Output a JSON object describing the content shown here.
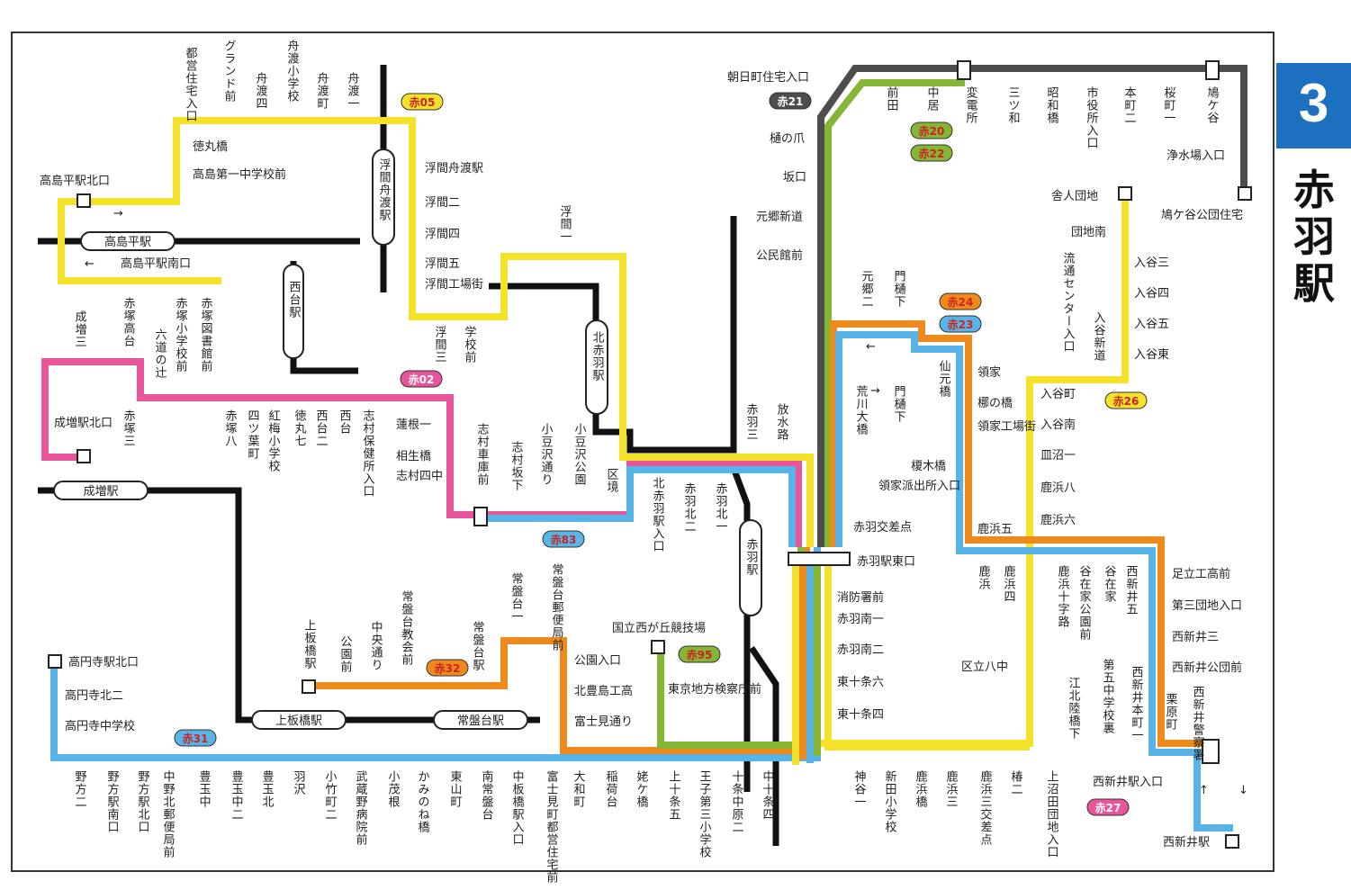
{
  "map_number": "3",
  "map_title": "赤羽駅",
  "badges": {
    "aka05": "赤05",
    "aka21": "赤21",
    "aka20": "赤20",
    "aka22": "赤22",
    "aka24": "赤24",
    "aka23": "赤23",
    "aka02": "赤02",
    "aka26": "赤26",
    "aka83": "赤83",
    "aka32": "赤32",
    "aka95": "赤95",
    "aka31": "赤31",
    "aka27": "赤27"
  },
  "colors": {
    "yellow": "#f3e12a",
    "pink": "#e8559a",
    "blue": "#58b4e6",
    "orange": "#ee8a1c",
    "green": "#86b636",
    "dark": "#4d4d4d",
    "tab_blue": "#1d6fc0"
  },
  "stations": {
    "takashimadaira": "高島平駅",
    "nishidai": "西台駅",
    "ukimafunado": "浮間舟渡駅",
    "kitaakabane": "北赤羽駅",
    "akabane": "赤羽駅",
    "narimasu": "成増駅",
    "kamiitabashi": "上板橋駅",
    "tokiwadai": "常盤台駅"
  },
  "stops": {
    "miyajutaku": "都営住宅入口",
    "grand": "グランド前",
    "funado4": "舟渡四",
    "funadoshogakko": "舟渡小学校",
    "funadomachi": "舟渡町",
    "funado1": "舟渡一",
    "tokumarubashi": "徳丸橋",
    "takashima1chu": "高島第一中学校前",
    "takashimakitaguchi": "高島平駅北口",
    "takashimaminamiguchi": "高島平駅南口",
    "ukimafunadoeki": "浮間舟渡駅",
    "ukima2": "浮間二",
    "ukima4": "浮間四",
    "ukima5": "浮間五",
    "ukimakojo": "浮間工場街",
    "ukima3": "浮間三",
    "gakkomae": "学校前",
    "ukima1": "浮間一",
    "narimasu3": "成増三",
    "akatsukatakadai": "赤塚高台",
    "rokudo": "六道の辻",
    "akatsukashogakko": "赤塚小学校前",
    "akatsukatoshokan": "赤塚図書館前",
    "narimasukitaguchi": "成増駅北口",
    "akatsuka3": "赤塚三",
    "akatsuka8": "赤塚八",
    "yotsuba": "四ツ葉町",
    "kobai": "紅梅小学校",
    "tokumaru7": "徳丸七",
    "nishidai2": "西台二",
    "nishidaist": "西台",
    "shimurahoken": "志村保健所入口",
    "hasune1": "蓮根一",
    "aioibashi": "相生橋",
    "shimura4": "志村四中",
    "shimurashako": "志村車庫前",
    "shimurasaka": "志村坂下",
    "azusawa": "小豆沢通り",
    "azusawakoen": "小豆沢公園",
    "kyokai": "区境",
    "kitaakabaneiriguchi": "北赤羽駅入口",
    "akabanekita2": "赤羽北二",
    "akabanekita1": "赤羽北一",
    "akabane3": "赤羽三",
    "hosuiro": "放水路",
    "asahicho": "朝日町住宅入口",
    "hinotsume": "樋の爪",
    "sakaguchi": "坂口",
    "motogoshindo": "元郷新道",
    "kominkan": "公民館前",
    "mae": "前田",
    "nakai": "中居",
    "hendensho": "変電所",
    "mitsuwa": "三ツ和",
    "showabashi": "昭和橋",
    "shiyakusho": "市役所入口",
    "honcho2": "本町二",
    "sakuramachi1": "桜町一",
    "hatogaya": "鳩ケ谷",
    "josuijo": "浄水場入口",
    "hatogayakoen": "鳩ケ谷公団住宅",
    "toneridanchi": "舎人団地",
    "danchiminami": "団地南",
    "ryutsu": "流通センター入口",
    "iriyashindo": "入谷新道",
    "iriya3": "入谷三",
    "iriya4": "入谷四",
    "iriya5": "入谷五",
    "iriyahigashi": "入谷東",
    "iriyacho": "入谷町",
    "iriyaminami": "入谷南",
    "sarunuma1": "皿沼一",
    "shikahama8": "鹿浜八",
    "shikahama6": "鹿浜六",
    "motogo2": "元郷二",
    "monhikeshita": "門樋下",
    "monhikeshita2": "門樋下",
    "senmoto": "仙元橋",
    "arakawaohashi": "荒川大橋",
    "ryoke": "領家",
    "yanaginohashi": "梛の橋",
    "ryokekojo": "領家工場街",
    "enokibashi": "榎木橋",
    "ryokehashutsu": "領家派出所入口",
    "shikahama5": "鹿浜五",
    "akabanekosaten": "赤羽交差点",
    "akabanehigashiguchi": "赤羽駅東口",
    "shoboshomae": "消防署前",
    "akabanemin1": "赤羽南一",
    "akabanemin2": "赤羽南二",
    "higashijujo6": "東十条六",
    "higashijujo4": "東十条四",
    "shikahama": "鹿浜",
    "shikahama4": "鹿浜四",
    "shikahamajuji": "鹿浜十字路",
    "yazaike": "谷在家公園前",
    "yazaike2": "谷在家",
    "nishiarai5": "西新井五",
    "adachikoko": "足立工高前",
    "daisandanchi": "第三団地入口",
    "nishiarai3": "西新井三",
    "nishiaraikodan": "西新井公団前",
    "kuritsu8chu": "区立八中",
    "konan": "江北陸橋下",
    "daigochu": "第五中学校裏",
    "nishiaraihoncho1": "西新井本町一",
    "kuriharacho": "栗原町",
    "nishiaraikeisatsu": "西新井警察署",
    "nishiaraiiriguchi": "西新井駅入口",
    "nishiaraieki": "西新井駅",
    "kamiya1": "神谷一",
    "shintashogakko": "新田小学校",
    "shikahamabashi": "鹿浜橋",
    "shikahama3": "鹿浜三",
    "shikahama3kosaten": "鹿浜三交差点",
    "tsubaki2": "椿二",
    "kaminumata": "上沼田団地入口",
    "kamiitabashistop": "上板橋駅",
    "koenmae": "公園前",
    "chuodori": "中央通り",
    "tokiwadaikyokai": "常盤台教会前",
    "tokiwadai1": "常盤台一",
    "tokiwadaieki": "常盤台駅",
    "tokiwadaiyubin": "常盤台郵便局前",
    "koeniriguchi": "公園入口",
    "kitatoshima": "北豊島工高",
    "fujimidori": "富士見通り",
    "kokuritsu": "国立西が丘競技場",
    "kensatsucho": "東京地方検察庁前",
    "koenjikitaguchi": "高円寺駅北口",
    "koenjikita2": "高円寺北二",
    "koenjichu": "高円寺中学校",
    "nokata2": "野方二",
    "nokataminami": "野方駅南口",
    "nokatakita": "野方駅北口",
    "nakanokita": "中野北郵便局前",
    "toyotamanaka": "豊玉中",
    "toyotamanaka2": "豊玉中二",
    "toyotamakita": "豊玉北",
    "hazawa": "羽沢",
    "kotakecho2": "小竹町二",
    "musashino": "武蔵野病院前",
    "kotakene": "小茂根",
    "kaminone": "かみのね橋",
    "higashiyama": "東山町",
    "minamitokiwadai": "南常盤台",
    "nakaitabashi": "中板橋駅入口",
    "fujimicho": "富士見町都営住宅前",
    "owada": "大和町",
    "inariadai": "稲荷台",
    "himegaike": "姥ケ橋",
    "kamijujo5": "上十条五",
    "ojidaisan": "王子第三小学校",
    "jujonakahara2": "十条中原二",
    "nakajujo4": "中十条四"
  }
}
